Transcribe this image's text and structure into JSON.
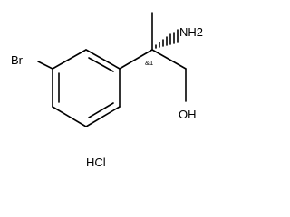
{
  "molecule": {
    "atoms": {
      "bromine": "Br",
      "amine": "NH2",
      "hydroxyl": "OH",
      "salt": "HCl"
    },
    "stereo_label": "&1"
  }
}
